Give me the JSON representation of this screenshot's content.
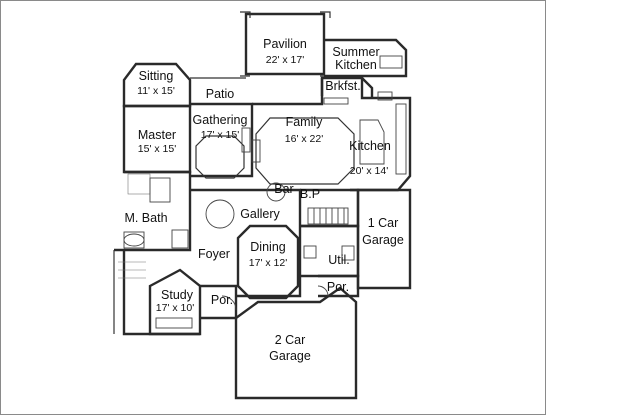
{
  "rooms": {
    "pavilion": {
      "label": "Pavilion",
      "dims": "22' x 17'"
    },
    "summer_kitchen": {
      "label": "Summer",
      "label2": "Kitchen"
    },
    "sitting": {
      "label": "Sitting",
      "dims": "11' x 15'"
    },
    "patio": {
      "label": "Patio"
    },
    "breakfast": {
      "label": "Brkfst."
    },
    "gathering": {
      "label": "Gathering",
      "dims": "17' x 15'"
    },
    "family": {
      "label": "Family",
      "dims": "16' x 22'"
    },
    "master": {
      "label": "Master",
      "dims": "15' x 15'"
    },
    "kitchen": {
      "label": "Kitchen",
      "dims": "20' x 14'"
    },
    "bar": {
      "label": "Bar"
    },
    "bp": {
      "label": "B.P"
    },
    "master_bath": {
      "label": "M. Bath"
    },
    "gallery": {
      "label": "Gallery"
    },
    "one_car_garage": {
      "label": "1 Car",
      "label2": "Garage"
    },
    "dining": {
      "label": "Dining",
      "dims": "17' x 12'"
    },
    "foyer": {
      "label": "Foyer"
    },
    "utility": {
      "label": "Util."
    },
    "study": {
      "label": "Study",
      "dims": "17' x 10'"
    },
    "porch_front": {
      "label": "Por."
    },
    "porch_side": {
      "label": "Por."
    },
    "two_car_garage": {
      "label": "2 Car",
      "label2": "Garage"
    }
  }
}
